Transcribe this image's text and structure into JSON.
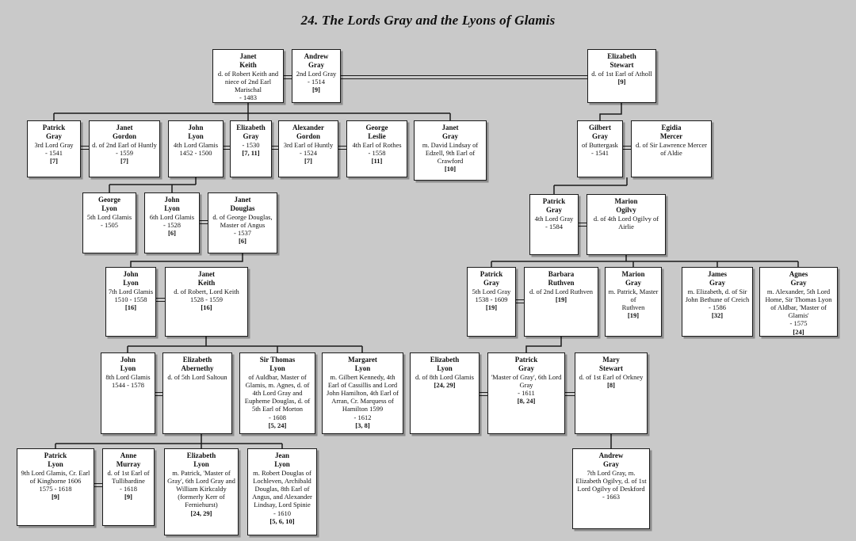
{
  "title": "24. The Lords Gray and the Lyons of Glamis",
  "people": {
    "janet_keith1": {
      "name": "Janet\nKeith",
      "details": "d. of Robert Keith and\nniece of 2nd Earl\nMarischal\n- 1483",
      "ref": ""
    },
    "andrew_gray2": {
      "name": "Andrew\nGray",
      "details": "2nd Lord Gray\n- 1514",
      "ref": "[9]"
    },
    "elizabeth_stewart": {
      "name": "Elizabeth\nStewart",
      "details": "d. of 1st Earl of Atholl",
      "ref": "[9]"
    },
    "patrick_gray3": {
      "name": "Patrick\nGray",
      "details": "3rd Lord Gray\n- 1541",
      "ref": "[7]"
    },
    "janet_gordon": {
      "name": "Janet\nGordon",
      "details": "d. of 2nd Earl of Huntly\n- 1559",
      "ref": "[7]"
    },
    "john_lyon4": {
      "name": "John\nLyon",
      "details": "4th Lord Glamis\n1452 - 1500",
      "ref": ""
    },
    "elizabeth_gray": {
      "name": "Elizabeth\nGray",
      "details": "- 1530",
      "ref": "[7, 11]"
    },
    "alexander_gordon": {
      "name": "Alexander\nGordon",
      "details": "3rd Earl of Huntly\n- 1524",
      "ref": "[7]"
    },
    "george_leslie": {
      "name": "George\nLeslie",
      "details": "4th Earl of Rothes\n- 1558",
      "ref": "[11]"
    },
    "janet_gray": {
      "name": "Janet\nGray",
      "details": "m. David Lindsay of\nEdzell, 9th Earl of\nCrawford",
      "ref": "[10]"
    },
    "gilbert_gray": {
      "name": "Gilbert\nGray",
      "details": "of Buttergask\n- 1541",
      "ref": ""
    },
    "egidia_mercer": {
      "name": "Egidia\nMercer",
      "details": "d. of Sir Lawrence Mercer\nof Aldie",
      "ref": ""
    },
    "george_lyon5": {
      "name": "George\nLyon",
      "details": "5th Lord Glamis\n- 1505",
      "ref": ""
    },
    "john_lyon6": {
      "name": "John\nLyon",
      "details": "6th Lord Glamis\n- 1528",
      "ref": "[6]"
    },
    "janet_douglas": {
      "name": "Janet\nDouglas",
      "details": "d. of George Douglas,\nMaster of Angus\n- 1537",
      "ref": "[6]"
    },
    "patrick_gray4": {
      "name": "Patrick\nGray",
      "details": "4th Lord Gray\n- 1584",
      "ref": ""
    },
    "marion_ogilvy": {
      "name": "Marion\nOgilvy",
      "details": "d. of 4th Lord Ogilvy of\nAirlie",
      "ref": ""
    },
    "john_lyon7": {
      "name": "John\nLyon",
      "details": "7th Lord Glamis\n1510 - 1558",
      "ref": "[16]"
    },
    "janet_keith2": {
      "name": "Janet\nKeith",
      "details": "d. of Robert, Lord Keith\n1528 - 1559",
      "ref": "[16]"
    },
    "patrick_gray5": {
      "name": "Patrick\nGray",
      "details": "5th Lord Gray\n1538 - 1609",
      "ref": "[19]"
    },
    "barbara_ruthven": {
      "name": "Barbara\nRuthven",
      "details": "d. of 2nd Lord Ruthven",
      "ref": "[19]"
    },
    "marion_gray": {
      "name": "Marion\nGray",
      "details": "m. Patrick, Master of\nRuthven",
      "ref": "[19]"
    },
    "james_gray": {
      "name": "James\nGray",
      "details": "m. Elizabeth, d. of Sir\nJohn Bethune of Creich\n- 1586",
      "ref": "[32]"
    },
    "agnes_gray": {
      "name": "Agnes\nGray",
      "details": "m. Alexander, 5th Lord\nHome, Sir Thomas Lyon\nof Aldbar, 'Master of\nGlamis'\n- 1575",
      "ref": "[24]"
    },
    "john_lyon8": {
      "name": "John\nLyon",
      "details": "8th Lord Glamis\n1544 - 1578",
      "ref": ""
    },
    "elizabeth_abernethy": {
      "name": "Elizabeth\nAbernethy",
      "details": "d. of 5th Lord Saltoun",
      "ref": ""
    },
    "thomas_lyon": {
      "name": "Sir Thomas\nLyon",
      "details": "of Auldbar, Master of\nGlamis, m. Agnes, d. of\n4th Lord Gray and\nEupheme Douglas, d. of\n5th Earl of Morton\n- 1608",
      "ref": "[5, 24]"
    },
    "margaret_lyon": {
      "name": "Margaret\nLyon",
      "details": "m. Gilbert Kennedy, 4th\nEarl of Cassillis and Lord\nJohn Hamilton, 4th Earl of\nArran, Cr. Marquess of\nHamilton 1599\n- 1612",
      "ref": "[3, 8]"
    },
    "elizabeth_lyon_w": {
      "name": "Elizabeth\nLyon",
      "details": "d. of 8th Lord Glamis",
      "ref": "[24, 29]"
    },
    "patrick_gray6": {
      "name": "Patrick\nGray",
      "details": "'Master of Gray', 6th Lord\nGray\n- 1611",
      "ref": "[8, 24]"
    },
    "mary_stewart": {
      "name": "Mary\nStewart",
      "details": "d. of 1st Earl of Orkney",
      "ref": "[8]"
    },
    "patrick_lyon9": {
      "name": "Patrick\nLyon",
      "details": "9th Lord Glamis, Cr. Earl\nof Kinghorne 1606\n1575 - 1618",
      "ref": "[9]"
    },
    "anne_murray": {
      "name": "Anne\nMurray",
      "details": "d. of 1st Earl of\nTullibardine\n- 1618",
      "ref": "[9]"
    },
    "elizabeth_lyon_d": {
      "name": "Elizabeth\nLyon",
      "details": "m. Patrick, 'Master of\nGray', 6th Lord Gray and\nWilliam Kirkcaldy\n(formerly Kerr of\nFerniehurst)",
      "ref": "[24, 29]"
    },
    "jean_lyon": {
      "name": "Jean\nLyon",
      "details": "m. Robert Douglas of\nLochleven, Archibald\nDouglas, 8th Earl of\nAngus, and Alexander\nLindsay, Lord Spinie\n- 1610",
      "ref": "[5, 6, 10]"
    },
    "andrew_gray7": {
      "name": "Andrew\nGray",
      "details": "7th Lord Gray, m.\nElizabeth Ogilvy, d. of 1st\nLord Ogilvy of Deskford\n- 1663",
      "ref": ""
    }
  },
  "unions": [
    "Andrew Gray (2nd Lord Gray) = Janet Keith -> Patrick Gray (3rd Lord Gray), Elizabeth Gray, Janet Gray",
    "Andrew Gray (2nd Lord Gray) = Elizabeth Stewart -> Gilbert Gray of Buttergask",
    "Patrick Gray (3rd Lord Gray) = Janet Gordon",
    "John Lyon (4th Lord Glamis) = Elizabeth Gray -> George Lyon (5th Lord Glamis), John Lyon (6th Lord Glamis)",
    "Elizabeth Gray = Alexander Gordon (3rd Earl of Huntly) = George Leslie (4th Earl of Rothes) [marriage chain]",
    "Gilbert Gray = Egidia Mercer -> Patrick Gray (4th Lord Gray)",
    "John Lyon (6th Lord Glamis) = Janet Douglas -> John Lyon (7th Lord Glamis)",
    "Patrick Gray (4th Lord Gray) = Marion Ogilvy -> Patrick Gray (5th Lord Gray), Marion Gray, James Gray, Agnes Gray",
    "John Lyon (7th Lord Glamis) = Janet Keith -> John Lyon (8th Lord Glamis), Sir Thomas Lyon, Margaret Lyon",
    "Patrick Gray (5th Lord Gray) = Barbara Ruthven -> Patrick Gray ('Master of Gray', 6th Lord Gray)",
    "John Lyon (8th Lord Glamis) = Elizabeth Abernethy -> Patrick Lyon (9th Lord Glamis), Elizabeth Lyon, Jean Lyon",
    "Elizabeth Lyon = Patrick Gray (6th Lord Gray) = Mary Stewart -> Andrew Gray (7th Lord Gray)",
    "Patrick Lyon (9th Lord Glamis) = Anne Murray"
  ]
}
